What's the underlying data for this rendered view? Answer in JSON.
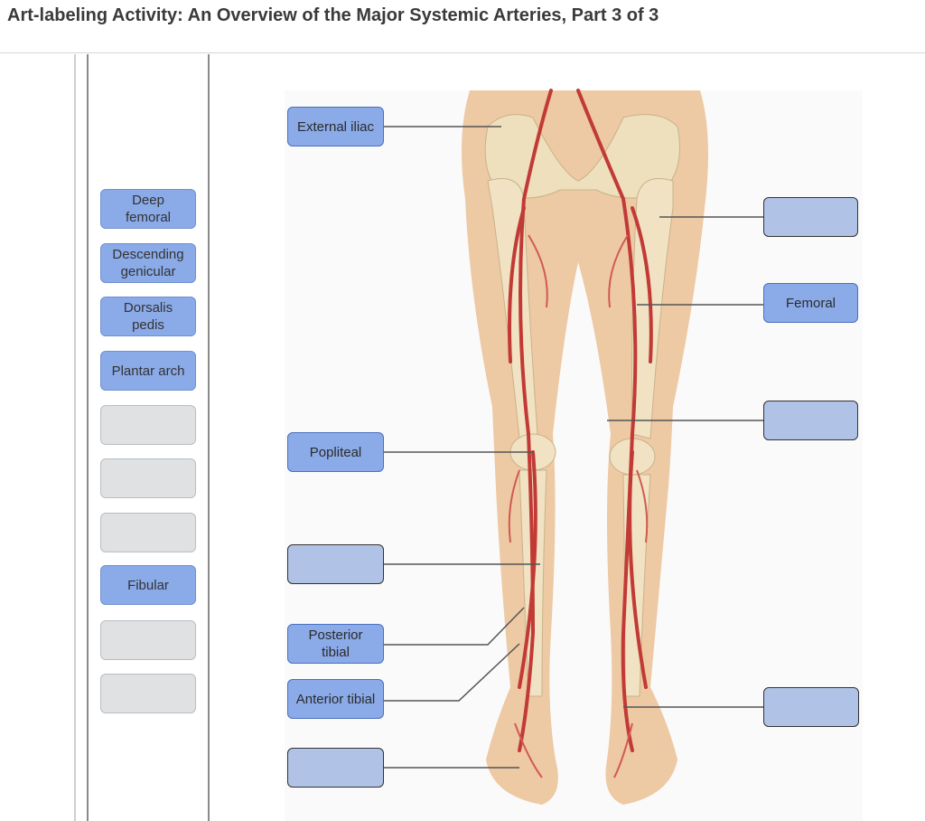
{
  "title": "Art-labeling Activity: An Overview of the Major Systemic Arteries, Part 3 of 3",
  "word_bank": [
    {
      "label": "Deep\nfemoral"
    },
    {
      "label": "Descending\ngenicular"
    },
    {
      "label": "Dorsalis\npedis"
    },
    {
      "label": "Plantar arch"
    },
    {
      "label": ""
    },
    {
      "label": ""
    },
    {
      "label": ""
    },
    {
      "label": "Fibular"
    },
    {
      "label": ""
    },
    {
      "label": ""
    }
  ],
  "targets": [
    {
      "id": "external-iliac",
      "label": "External iliac"
    },
    {
      "id": "right-top",
      "label": ""
    },
    {
      "id": "femoral",
      "label": "Femoral"
    },
    {
      "id": "right-mid",
      "label": ""
    },
    {
      "id": "popliteal",
      "label": "Popliteal"
    },
    {
      "id": "left-blank-1",
      "label": ""
    },
    {
      "id": "posterior-tibial",
      "label": "Posterior\ntibial"
    },
    {
      "id": "anterior-tibial",
      "label": "Anterior tibial"
    },
    {
      "id": "right-bottom",
      "label": ""
    },
    {
      "id": "left-blank-2",
      "label": ""
    }
  ]
}
